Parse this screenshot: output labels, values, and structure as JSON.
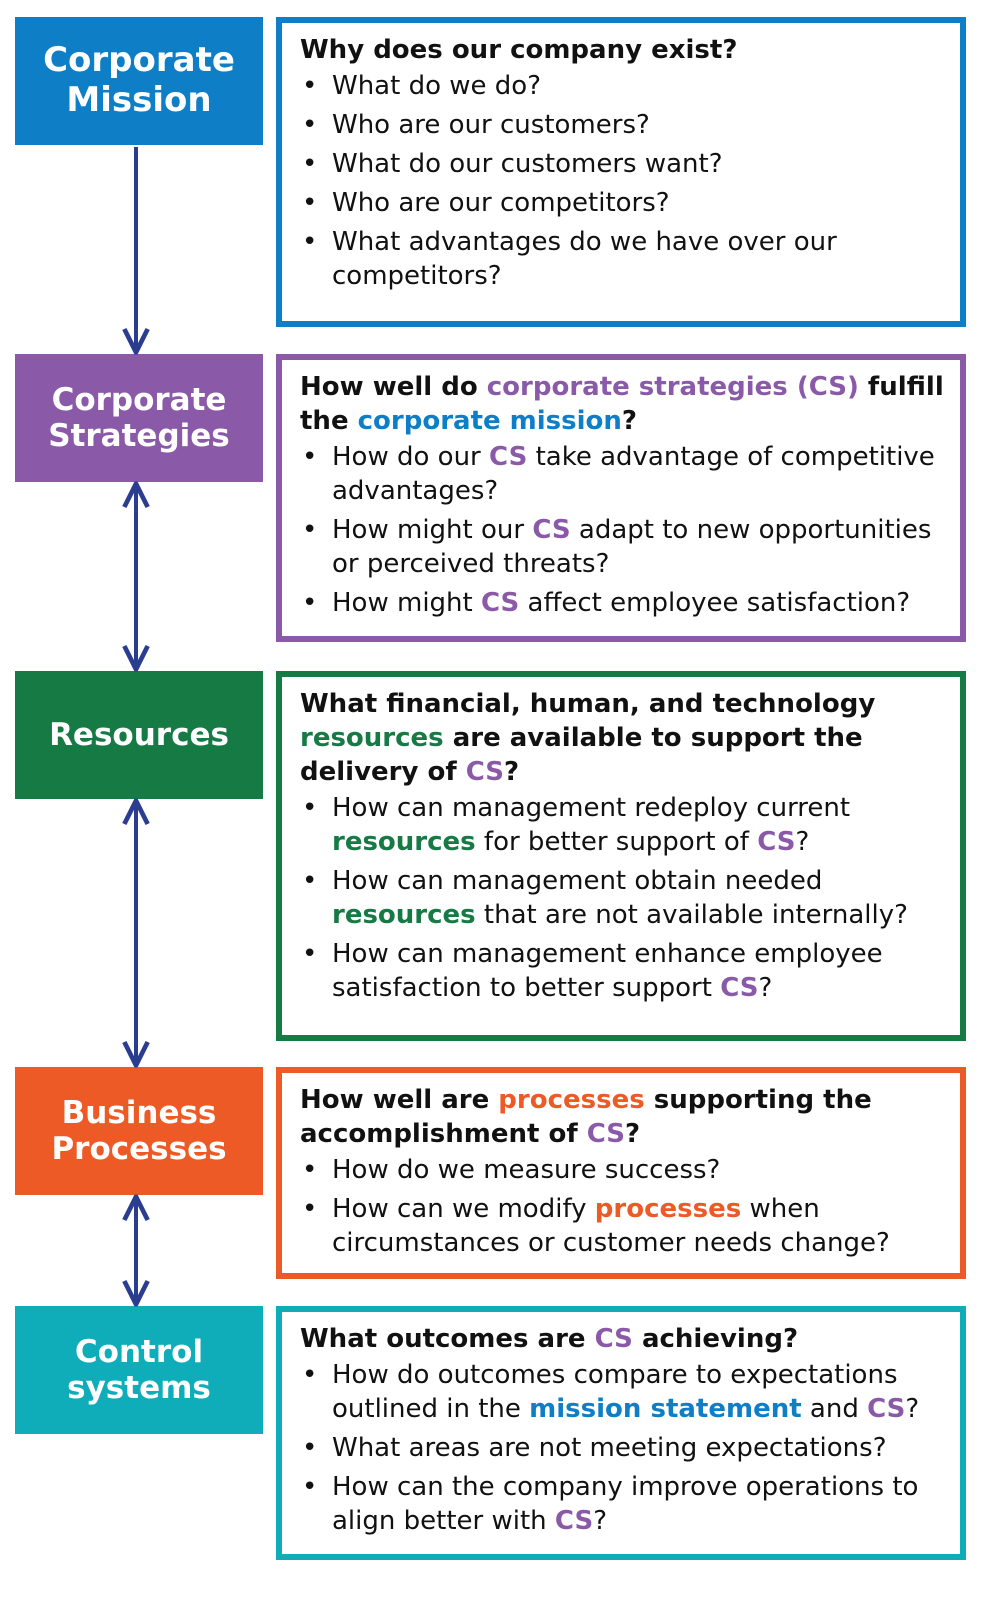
{
  "colors": {
    "mission": "#0e7fc6",
    "strategies": "#8a5aa8",
    "resources": "#167a45",
    "processes": "#ee5a25",
    "control": "#0fadba",
    "arrow": "#2a3d8f"
  },
  "sections": [
    {
      "key": "mission",
      "label_lines": [
        "Corporate",
        "Mission"
      ],
      "question": [
        {
          "t": "Why does our company exist?"
        }
      ],
      "bullets": [
        [
          {
            "t": "What do we do?"
          }
        ],
        [
          {
            "t": "Who are our customers?"
          }
        ],
        [
          {
            "t": "What do our customers want?"
          }
        ],
        [
          {
            "t": "Who are our competitors?"
          }
        ],
        [
          {
            "t": "What advantages do we have over our competitors?"
          }
        ]
      ]
    },
    {
      "key": "strategies",
      "label_lines": [
        "Corporate",
        "Strategies"
      ],
      "question": [
        {
          "t": "How well do "
        },
        {
          "t": "corporate strategies (CS)",
          "c": "strategies"
        },
        {
          "t": " fulfill the "
        },
        {
          "t": "corporate mission",
          "c": "mission"
        },
        {
          "t": "?"
        }
      ],
      "bullets": [
        [
          {
            "t": "How do our "
          },
          {
            "t": "CS",
            "c": "strategies"
          },
          {
            "t": " take advantage of competitive advantages?"
          }
        ],
        [
          {
            "t": "How might our "
          },
          {
            "t": "CS",
            "c": "strategies"
          },
          {
            "t": " adapt to new opportunities or perceived threats?"
          }
        ],
        [
          {
            "t": "How might "
          },
          {
            "t": "CS",
            "c": "strategies"
          },
          {
            "t": " affect employee satisfaction?"
          }
        ]
      ]
    },
    {
      "key": "resources",
      "label_lines": [
        "Resources"
      ],
      "question": [
        {
          "t": "What financial, human, and technology "
        },
        {
          "t": "resources",
          "c": "resources"
        },
        {
          "t": " are available to support the delivery of "
        },
        {
          "t": "CS",
          "c": "strategies"
        },
        {
          "t": "?"
        }
      ],
      "bullets": [
        [
          {
            "t": "How can management redeploy current "
          },
          {
            "t": "resources",
            "c": "resources"
          },
          {
            "t": " for better support of "
          },
          {
            "t": "CS",
            "c": "strategies"
          },
          {
            "t": "?"
          }
        ],
        [
          {
            "t": "How can management obtain needed "
          },
          {
            "t": "resources",
            "c": "resources"
          },
          {
            "t": " that are not available internally?"
          }
        ],
        [
          {
            "t": "How can management enhance employee satisfaction to better support "
          },
          {
            "t": "CS",
            "c": "strategies"
          },
          {
            "t": "?"
          }
        ]
      ]
    },
    {
      "key": "processes",
      "label_lines": [
        "Business",
        "Processes"
      ],
      "question": [
        {
          "t": "How well are "
        },
        {
          "t": "processes",
          "c": "processes"
        },
        {
          "t": " supporting the accomplishment of "
        },
        {
          "t": "CS",
          "c": "strategies"
        },
        {
          "t": "?"
        }
      ],
      "bullets": [
        [
          {
            "t": "How do we measure success?"
          }
        ],
        [
          {
            "t": "How can we modify "
          },
          {
            "t": "processes",
            "c": "processes"
          },
          {
            "t": " when circumstances or customer needs change?"
          }
        ]
      ]
    },
    {
      "key": "control",
      "label_lines": [
        "Control",
        "systems"
      ],
      "question": [
        {
          "t": "What outcomes are "
        },
        {
          "t": "CS",
          "c": "strategies"
        },
        {
          "t": " achieving?"
        }
      ],
      "bullets": [
        [
          {
            "t": "How do outcomes compare to expectations outlined in the "
          },
          {
            "t": "mission statement",
            "c": "mission"
          },
          {
            "t": " and "
          },
          {
            "t": "CS",
            "c": "strategies"
          },
          {
            "t": "?"
          }
        ],
        [
          {
            "t": "What areas are not meeting expectations?"
          }
        ],
        [
          {
            "t": "How can the company improve operations to align better with "
          },
          {
            "t": "CS",
            "c": "strategies"
          },
          {
            "t": "?"
          }
        ]
      ]
    }
  ]
}
